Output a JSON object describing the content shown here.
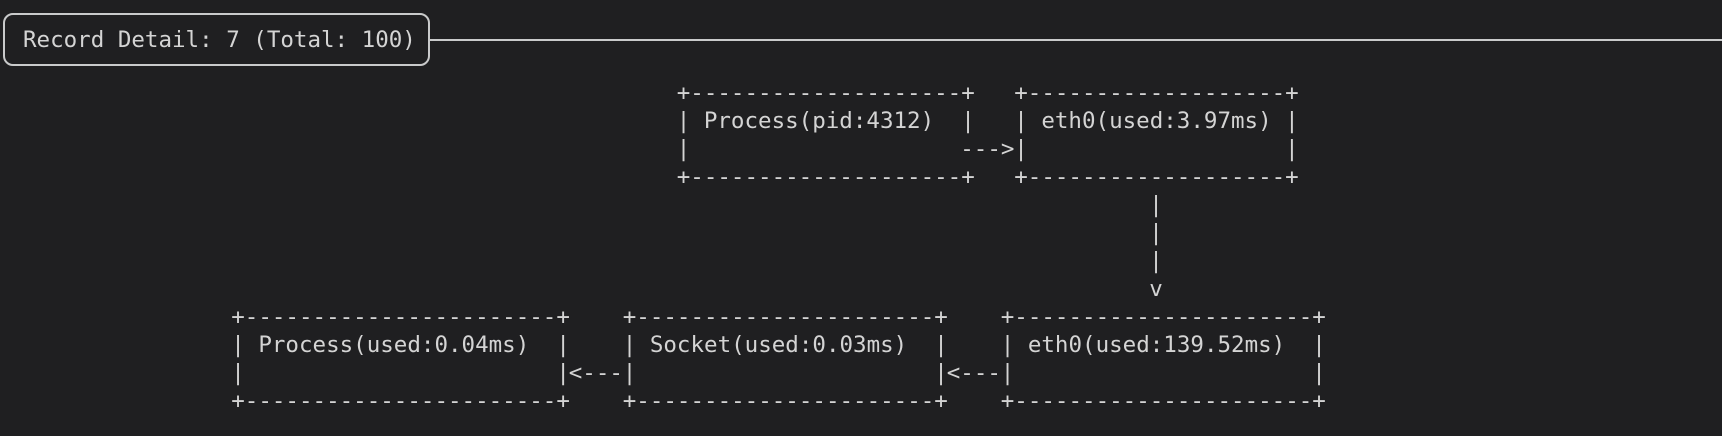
{
  "colors": {
    "background": "#1f1f21",
    "foreground": "#d4d4d4",
    "border": "#c9cacb"
  },
  "header": {
    "title": "Record Detail: 7 (Total: 100)",
    "record_index": "7",
    "record_total": "100"
  },
  "diagram": {
    "nodes": {
      "process_top": {
        "label": "Process(pid:4312)",
        "ascii": [
          "+--------------------+",
          "| Process(pid:4312)  |",
          "|",
          "+--------------------+"
        ]
      },
      "eth0_top": {
        "label": "eth0(used:3.97ms)",
        "ascii": [
          "+-------------------+",
          "| eth0(used:3.97ms) |",
          "|                   |",
          "+-------------------+"
        ]
      },
      "process_bottom": {
        "label": "Process(used:0.04ms)",
        "ascii": [
          "+-----------------------+",
          "| Process(used:0.04ms)  |",
          "|                       |",
          "+-----------------------+"
        ]
      },
      "socket": {
        "label": "Socket(used:0.03ms)",
        "ascii": [
          "+----------------------+",
          "| Socket(used:0.03ms)  |",
          "|                      |",
          "+----------------------+"
        ]
      },
      "eth0_bottom": {
        "label": "eth0(used:139.52ms)",
        "ascii": [
          "+----------------------+",
          "| eth0(used:139.52ms)  |",
          "|                      |",
          "+----------------------+"
        ]
      }
    },
    "connectors": {
      "arrow_right": "--->",
      "arrow_left_1": "<---",
      "arrow_left_2": "<---",
      "vertical_down": [
        "|",
        "|",
        "|",
        "v"
      ]
    }
  }
}
